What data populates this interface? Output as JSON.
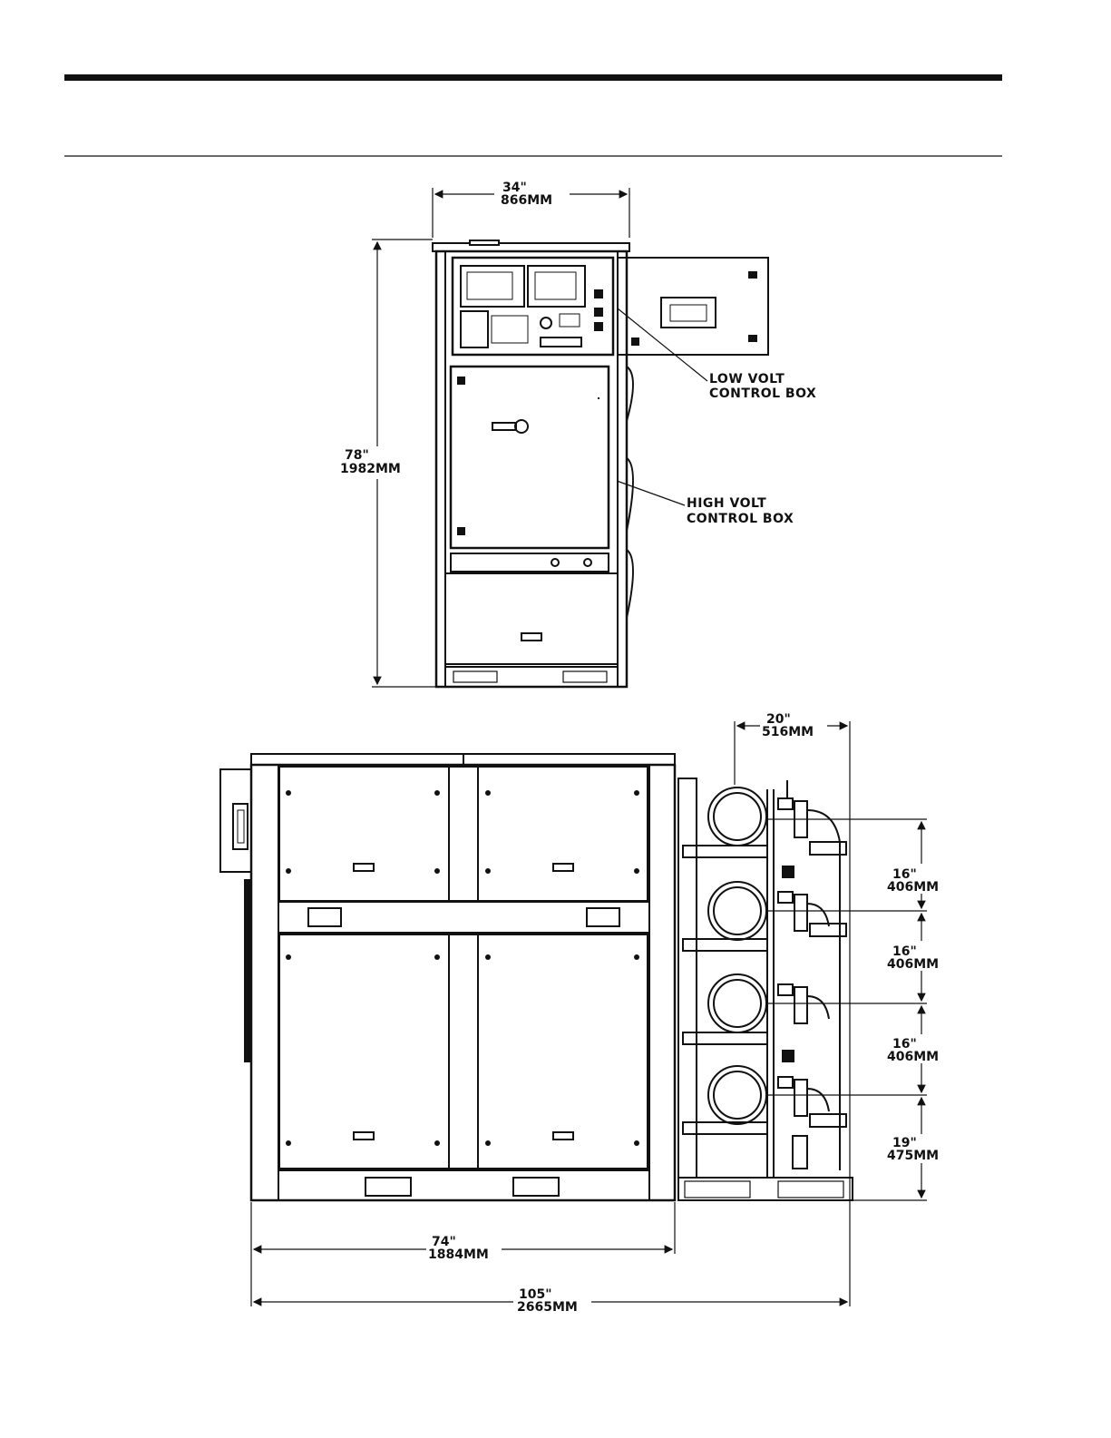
{
  "front_view": {
    "width_in": "34\"",
    "width_mm": "866MM",
    "height_in": "78\"",
    "height_mm": "1982MM",
    "callout_low_line1": "LOW VOLT",
    "callout_low_line2": "CONTROL BOX",
    "callout_high_line1": "HIGH VOLT",
    "callout_high_line2": "CONTROL BOX"
  },
  "side_view": {
    "pipe_width_in": "20\"",
    "pipe_width_mm": "516MM",
    "spacing_1_in": "16\"",
    "spacing_1_mm": "406MM",
    "spacing_2_in": "16\"",
    "spacing_2_mm": "406MM",
    "spacing_3_in": "16\"",
    "spacing_3_mm": "406MM",
    "spacing_4_in": "19\"",
    "spacing_4_mm": "475MM",
    "cabinet_length_in": "74\"",
    "cabinet_length_mm": "1884MM",
    "overall_length_in": "105\"",
    "overall_length_mm": "2665MM"
  },
  "colors": {
    "line": "#111111",
    "paper": "#ffffff"
  }
}
